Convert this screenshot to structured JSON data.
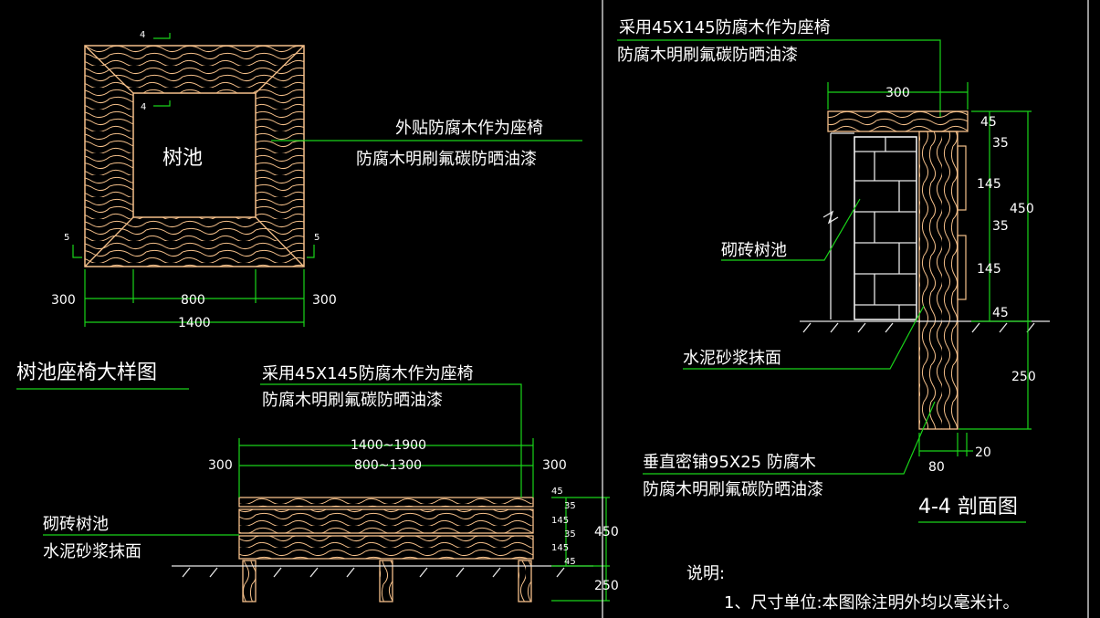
{
  "plan": {
    "pool_label": "树池",
    "thk_top": "4",
    "thk_inner": "4",
    "thk_left": "5",
    "thk_right": "5",
    "dim_left": "300",
    "dim_mid": "800",
    "dim_right": "300",
    "dim_total": "1400",
    "callout_1": "外贴防腐木作为座椅",
    "callout_2": "防腐木明刷氟碳防晒油漆"
  },
  "detail_title": "树池座椅大样图",
  "elevation": {
    "callout_1": "采用45X145防腐木作为座椅",
    "callout_2": "防腐木明刷氟碳防晒油漆",
    "dim_range_1": "1400~1900",
    "dim_range_2": "800~1300",
    "dim_left": "300",
    "dim_right": "300",
    "label_brick": "砌砖树池",
    "label_mortar": "水泥砂浆抹面",
    "v_45a": "45",
    "v_35a": "35",
    "v_145a": "145",
    "v_35b": "35",
    "v_145b": "145",
    "v_45b": "45",
    "v_450": "450",
    "v_250": "250"
  },
  "section": {
    "callout_1": "采用45X145防腐木作为座椅",
    "callout_2": "防腐木明刷氟碳防晒油漆",
    "dim_top": "300",
    "v_45a": "45",
    "v_35a": "35",
    "v_145a": "145",
    "v_35b": "35",
    "v_145b": "145",
    "v_45b": "45",
    "v_450": "450",
    "v_250": "250",
    "dim_80": "80",
    "dim_20": "20",
    "label_brick": "砌砖树池",
    "label_mortar": "水泥砂浆抹面",
    "label_vert_1": "垂直密铺95X25 防腐木",
    "label_vert_2": "防腐木明刷氟碳防晒油漆",
    "title": "4-4 剖面图"
  },
  "notes": {
    "heading": "说明:",
    "line_1": "1、尺寸单位:本图除注明外均以毫米计。"
  }
}
